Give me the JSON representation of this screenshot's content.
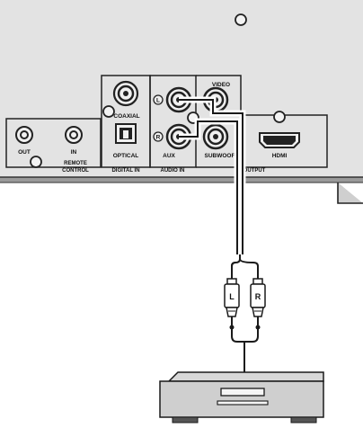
{
  "panel": {
    "remote_control": {
      "out_label": "OUT",
      "in_label": "IN",
      "group_line1": "REMOTE",
      "group_line2": "CONTROL"
    },
    "digital_in": {
      "coaxial_label": "COAXIAL",
      "optical_label": "OPTICAL",
      "group_label": "DIGITAL IN"
    },
    "audio_in": {
      "left_marker": "L",
      "right_marker": "R",
      "aux_label": "AUX",
      "group_label": "AUDIO IN"
    },
    "output": {
      "video_label": "VIDEO",
      "subwoofer_label": "SUBWOOFER",
      "hdmi_label": "HDMI",
      "group_label": "OUTPUT"
    }
  },
  "cable": {
    "left_plug": "L",
    "right_plug": "R"
  },
  "colors": {
    "panel_fill": "#e3e3e3",
    "jack_dark": "#222222",
    "line": "#1a1a1a"
  }
}
